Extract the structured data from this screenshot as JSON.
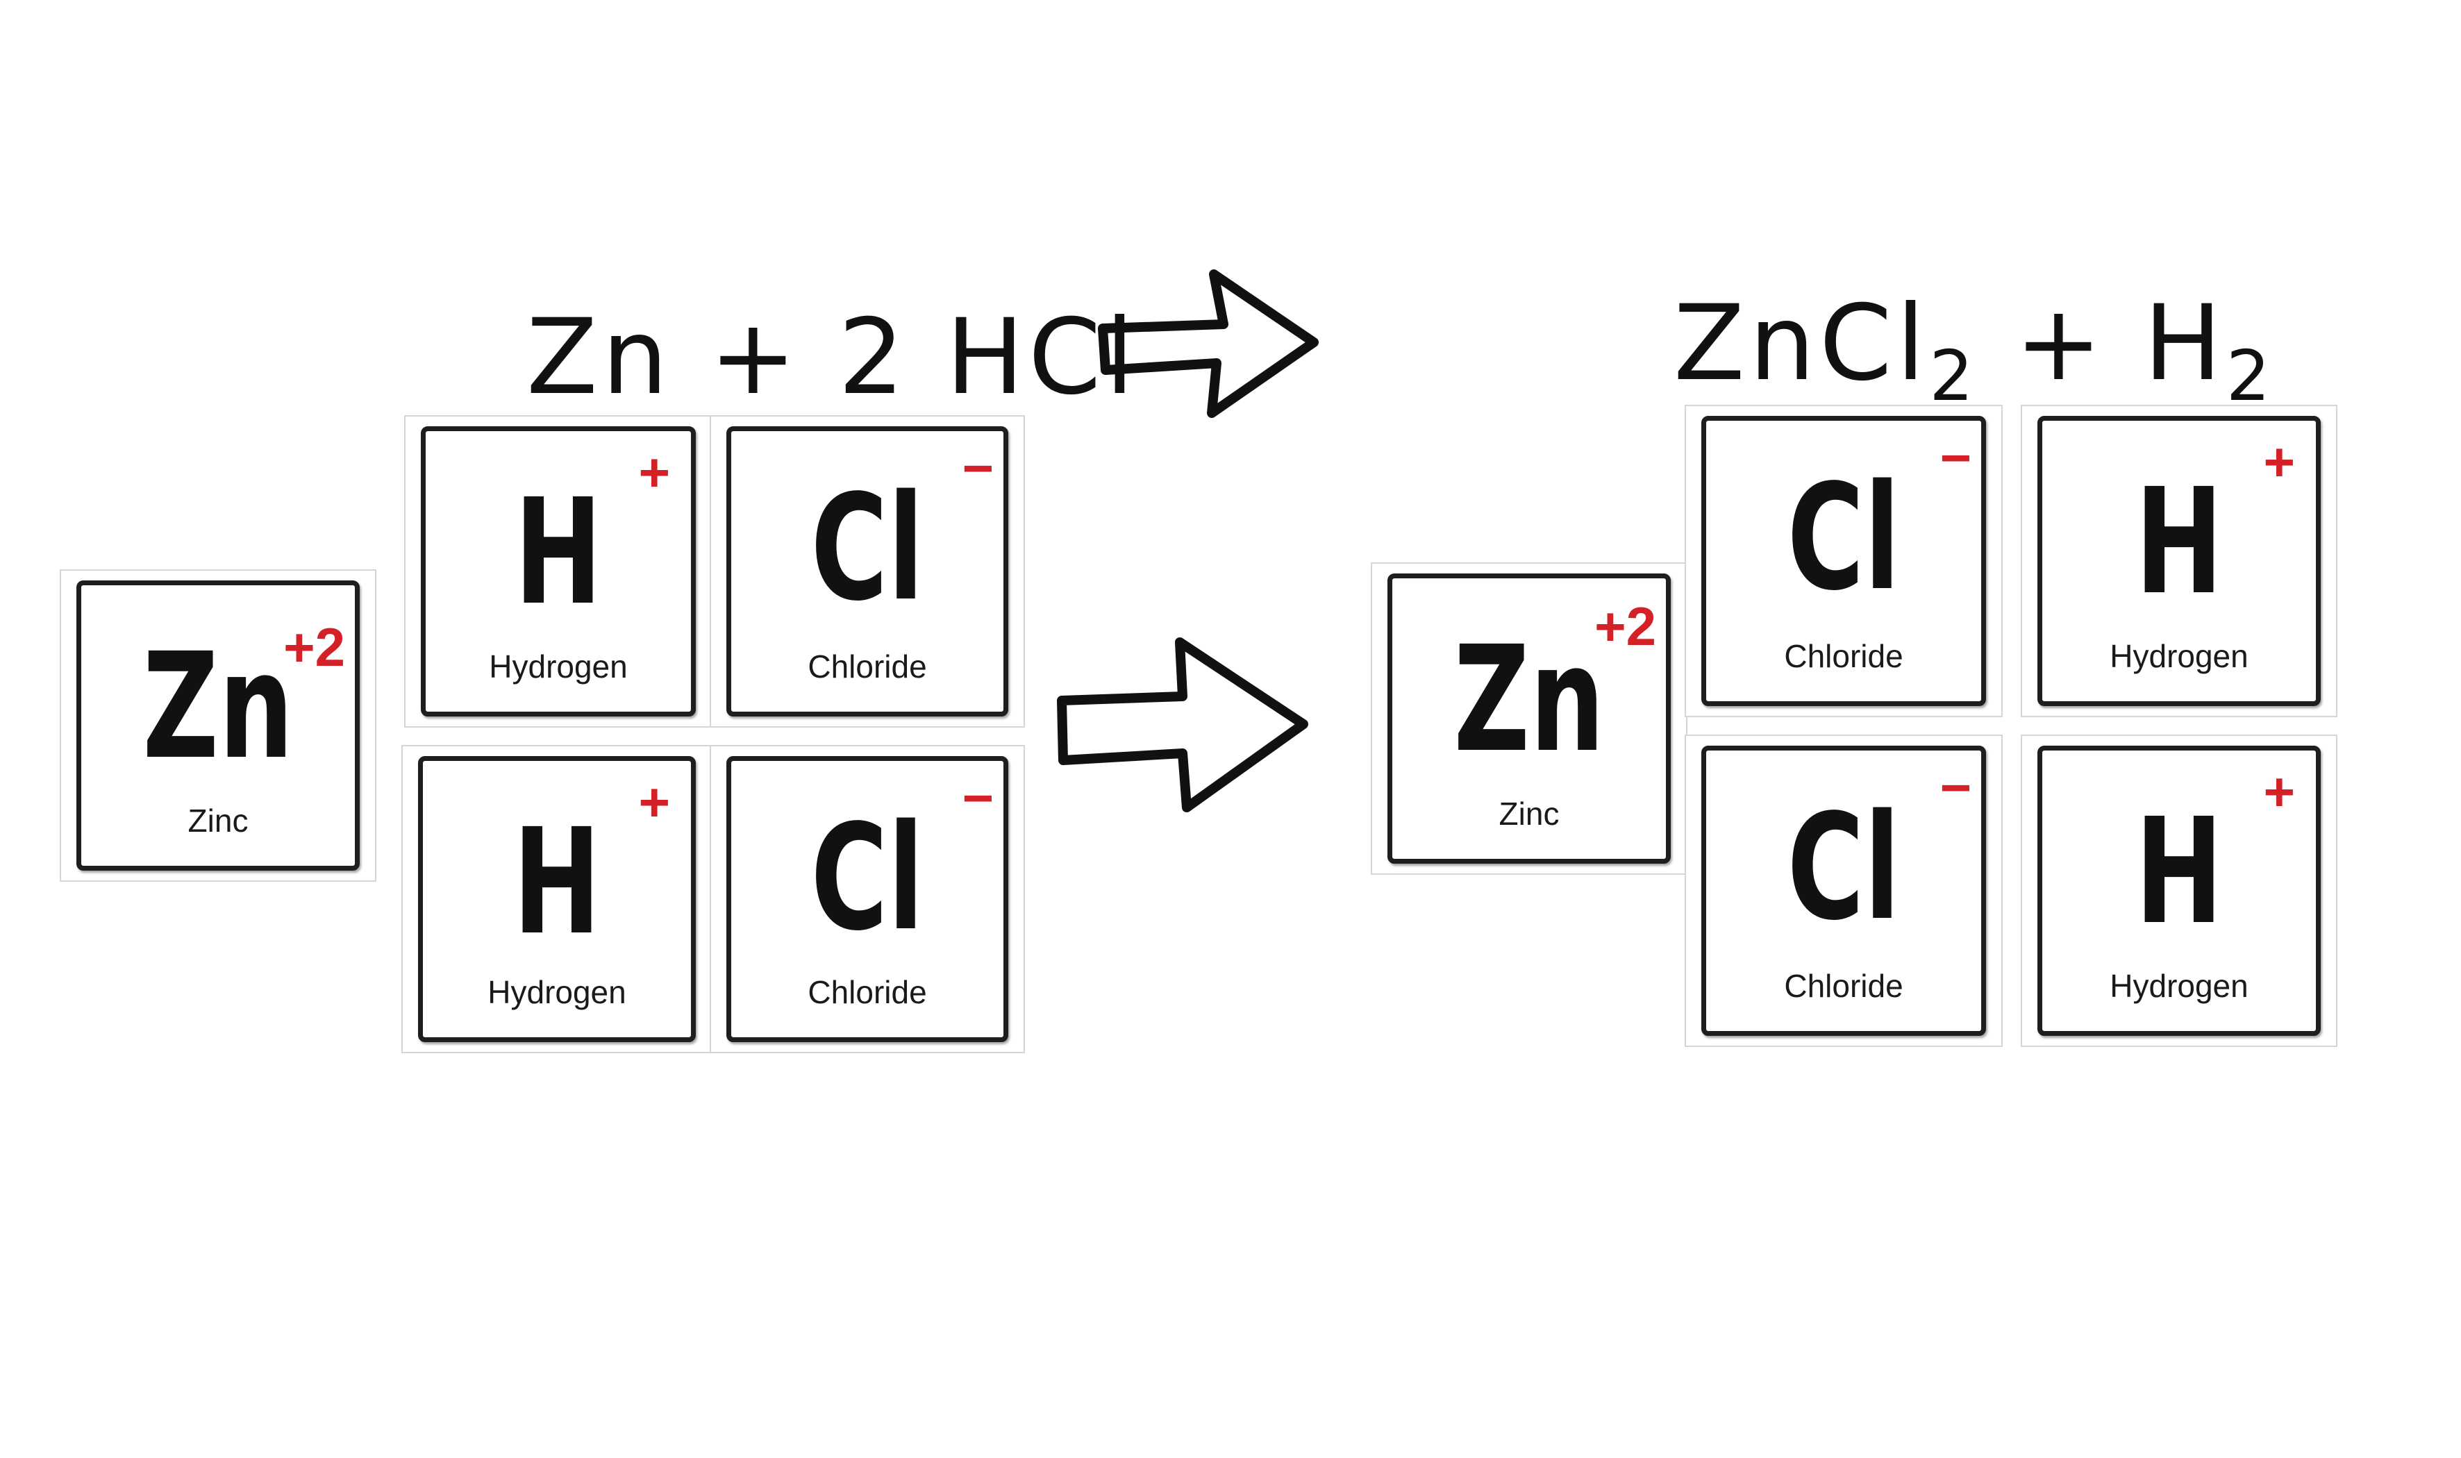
{
  "equations": {
    "reactants": "Zn + 2 HCl",
    "products_main": "ZnCl",
    "products_sub": "2",
    "products_plus": " + H",
    "products_sub2": "2"
  },
  "cards": {
    "zn_left": {
      "symbol": "Zn",
      "charge": "+2",
      "name": "Zinc"
    },
    "h_left_top": {
      "symbol": "H",
      "charge": "+",
      "name": "Hydrogen"
    },
    "cl_left_top": {
      "symbol": "Cl",
      "charge": "−",
      "name": "Chloride"
    },
    "h_left_bottom": {
      "symbol": "H",
      "charge": "+",
      "name": "Hydrogen"
    },
    "cl_left_bottom": {
      "symbol": "Cl",
      "charge": "−",
      "name": "Chloride"
    },
    "zn_right": {
      "symbol": "Zn",
      "charge": "+2",
      "name": "Zinc"
    },
    "cl_right_top": {
      "symbol": "Cl",
      "charge": "−",
      "name": "Chloride"
    },
    "h_right_top": {
      "symbol": "H",
      "charge": "+",
      "name": "Hydrogen"
    },
    "cl_right_bottom": {
      "symbol": "Cl",
      "charge": "−",
      "name": "Chloride"
    },
    "h_right_bottom": {
      "symbol": "H",
      "charge": "+",
      "name": "Hydrogen"
    }
  },
  "colors": {
    "charge": "#d42027",
    "ink": "#111111"
  }
}
